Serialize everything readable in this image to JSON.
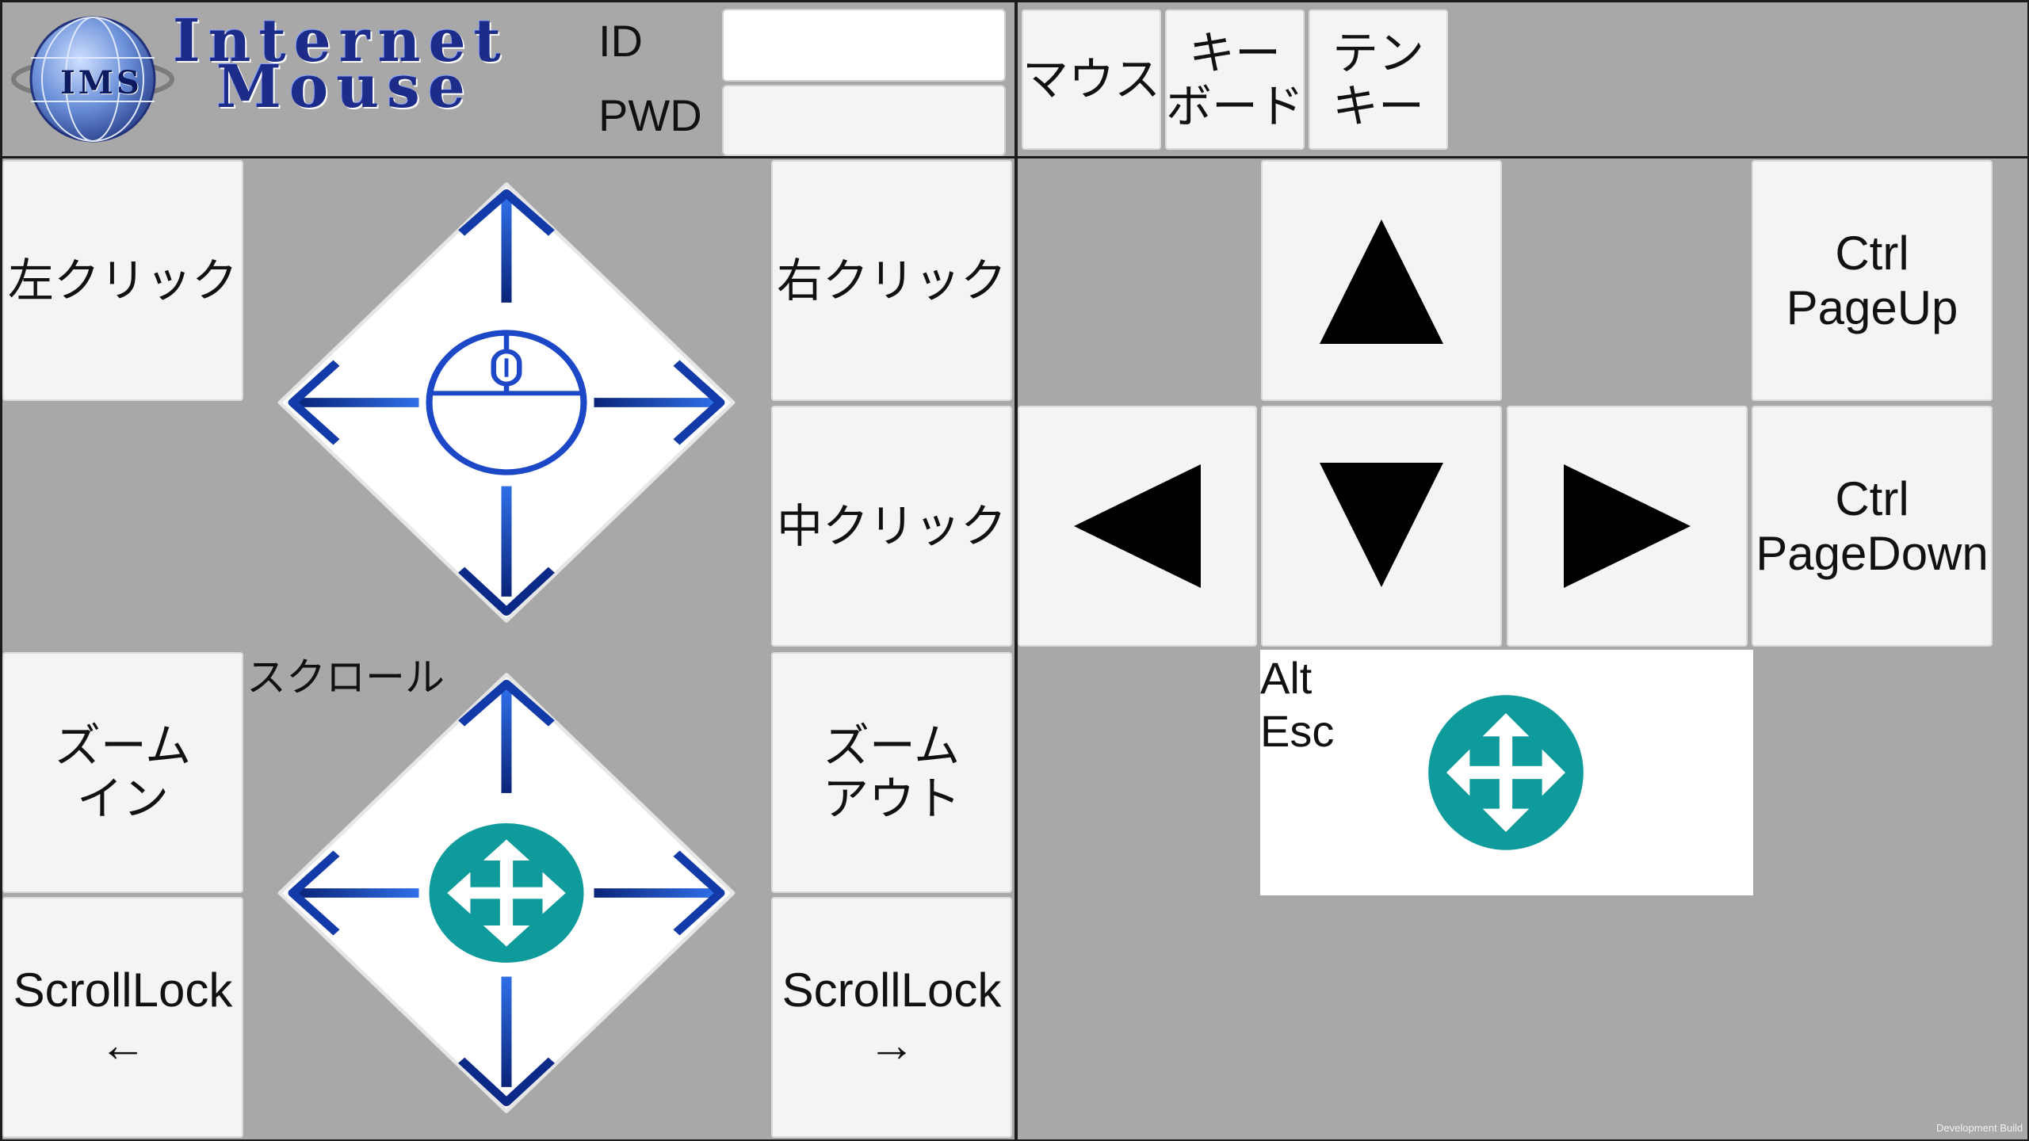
{
  "header": {
    "logo_badge": "IMS",
    "logo_line1": "Internet",
    "logo_line2": "Mouse",
    "id_label": "ID",
    "pwd_label": "PWD",
    "id_value": "",
    "pwd_value": ""
  },
  "mode_tabs": [
    {
      "lines": [
        "マウス"
      ]
    },
    {
      "lines": [
        "キー",
        "ボード"
      ]
    },
    {
      "lines": [
        "テン",
        "キー"
      ]
    }
  ],
  "mouse": {
    "left_click": "左クリック",
    "right_click": "右クリック",
    "middle_click": "中クリック",
    "scroll_label": "スクロール",
    "zoom_in": [
      "ズーム",
      "イン"
    ],
    "zoom_out": [
      "ズーム",
      "アウト"
    ],
    "scroll_lock_left": [
      "ScrollLock",
      "←"
    ],
    "scroll_lock_right": [
      "ScrollLock",
      "→"
    ]
  },
  "keys": {
    "ctrl_pageup": [
      "Ctrl",
      "PageUp"
    ],
    "ctrl_pagedown": [
      "Ctrl",
      "PageDown"
    ],
    "alt_esc": [
      "Alt",
      "Esc"
    ]
  },
  "footer": {
    "build": "Development Build"
  },
  "colors": {
    "panel": "#a8a8a8",
    "button": "#f4f4f4",
    "teal": "#0f9b9b",
    "arrow_blue": "#1c48c8",
    "logo_blue": "#1c2c88"
  },
  "icons": {
    "pointer_pad": "mouse-icon",
    "scroll_pad": "move-icon",
    "alt_esc_pad": "move-icon",
    "arrow_keys": [
      "triangle-up",
      "triangle-left",
      "triangle-down",
      "triangle-right"
    ]
  }
}
